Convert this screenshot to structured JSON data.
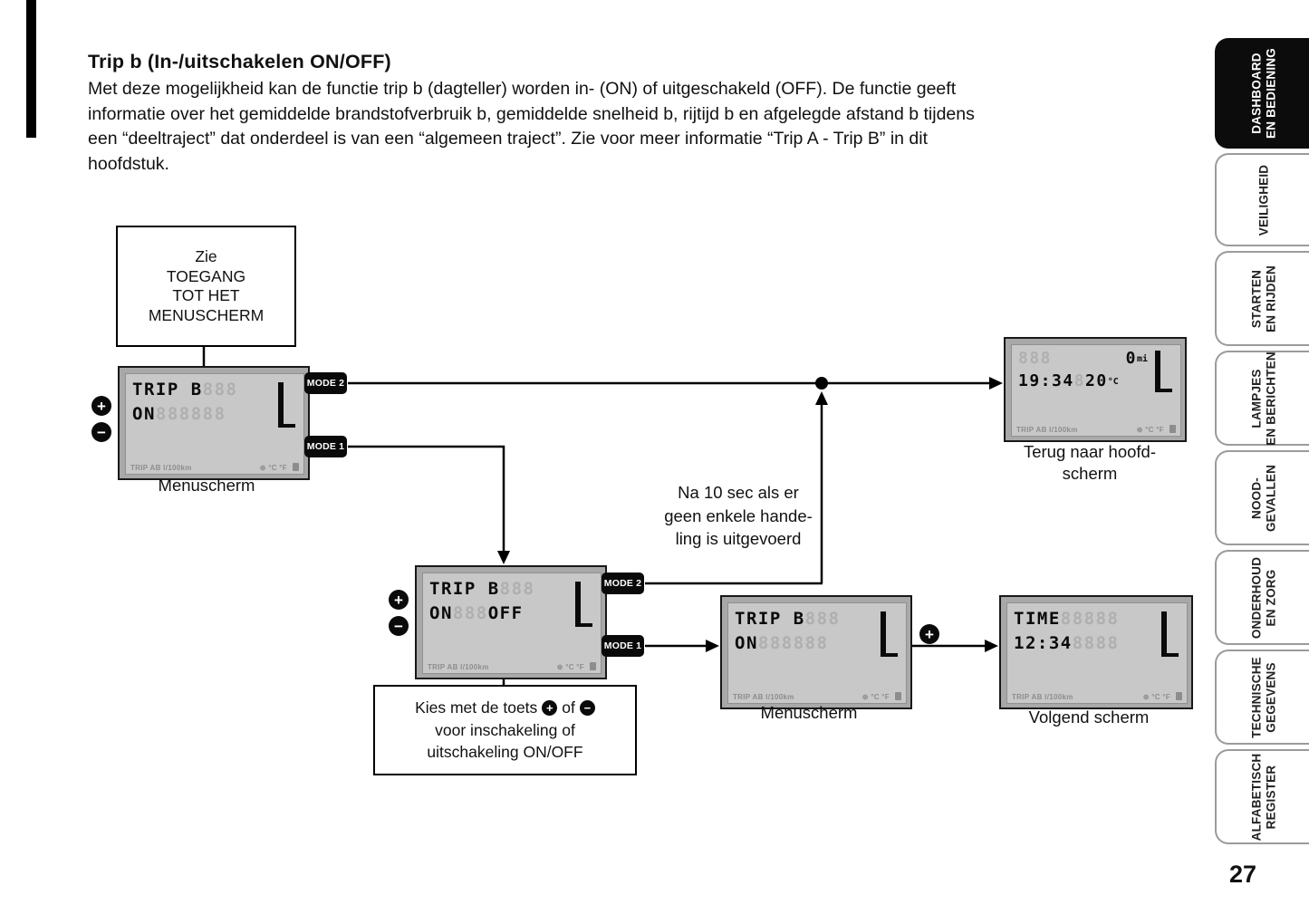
{
  "page": {
    "title": "Trip b (In-/uitschakelen ON/OFF)",
    "body_lines": [
      "Met deze mogelijkheid kan de functie trip b (dagteller) worden in- (ON) of uitgeschakeld (OFF). De functie geeft",
      "informatie over het gemiddelde brandstofverbruik b, gemiddelde snelheid b, rijtijd b en afgelegde afstand b tijdens",
      "een “deeltraject” dat onderdeel is van een “algemeen traject”. Zie voor meer informatie “Trip A - Trip B” in dit",
      "hoofdstuk."
    ],
    "page_number": "27"
  },
  "diagram": {
    "access_box": {
      "lines": [
        "Zie",
        "TOEGANG",
        "TOT HET",
        "MENUSCHERM"
      ]
    },
    "labels": {
      "menu_screen_1": "Menuscherm",
      "menu_screen_2": "Menuscherm",
      "return_home_line1": "Terug naar hoofd-",
      "return_home_line2": "scherm",
      "next_screen": "Volgend scherm"
    },
    "timeout_note_lines": [
      "Na 10 sec als er",
      "geen enkele hande-",
      "ling is uitgevoerd"
    ],
    "instruction_box": {
      "line1_pre": "Kies met de toets",
      "line1_mid": "of",
      "line2": "voor inschakeling of",
      "line3": "uitschakeling ON/OFF"
    },
    "buttons": {
      "mode1": "MODE 1",
      "mode2": "MODE 2",
      "plus": "+",
      "minus": "−"
    }
  },
  "displays": {
    "menu1": {
      "line1": "TRIP B",
      "line1_ghost": "888",
      "line2": "ON",
      "line2_ghost": "888888",
      "footer_left": "TRIP AB l/100km",
      "footer_right": "⊕ °C °F"
    },
    "onoff": {
      "line1": "TRIP B",
      "line1_ghost": "888",
      "line2_on": "ON",
      "line2_ghost": "888",
      "line2_off": "OFF",
      "footer_left": "TRIP AB l/100km",
      "footer_right": "⊕ °C °F"
    },
    "menu2": {
      "line1": "TRIP B",
      "line1_ghost": "888",
      "line2": "ON",
      "line2_ghost": "888888",
      "footer_left": "TRIP AB l/100km",
      "footer_right": "⊕ °C °F"
    },
    "time": {
      "line1": "TIME",
      "line1_ghost": "88888",
      "line2": "12:34",
      "line2_ghost": "8888",
      "footer_left": "TRIP AB l/100km",
      "footer_right": "⊕ °C °F"
    },
    "home": {
      "line1_ghost": "888",
      "line1_value": "0",
      "line1_unit": "mi",
      "line2_value": "19:34",
      "line2_ghost": "8",
      "line2_temp": "20",
      "line2_temp_unit": "°C",
      "footer_left": "TRIP AB l/100km",
      "footer_right": "⊕ °C °F"
    }
  },
  "sidebar": {
    "tabs": [
      {
        "line1": "DASHBOARD",
        "line2": "EN BEDIENING",
        "active": true
      },
      {
        "line1": "VEILIGHEID",
        "line2": "",
        "active": false
      },
      {
        "line1": "STARTEN",
        "line2": "EN RIJDEN",
        "active": false
      },
      {
        "line1": "LAMPJES",
        "line2": "EN BERICHTEN",
        "active": false
      },
      {
        "line1": "NOOD-",
        "line2": "GEVALLEN",
        "active": false
      },
      {
        "line1": "ONDERHOUD",
        "line2": "EN ZORG",
        "active": false
      },
      {
        "line1": "TECHNISCHE",
        "line2": "GEGEVENS",
        "active": false
      },
      {
        "line1": "ALFABETISCH",
        "line2": "REGISTER",
        "active": false
      }
    ]
  }
}
